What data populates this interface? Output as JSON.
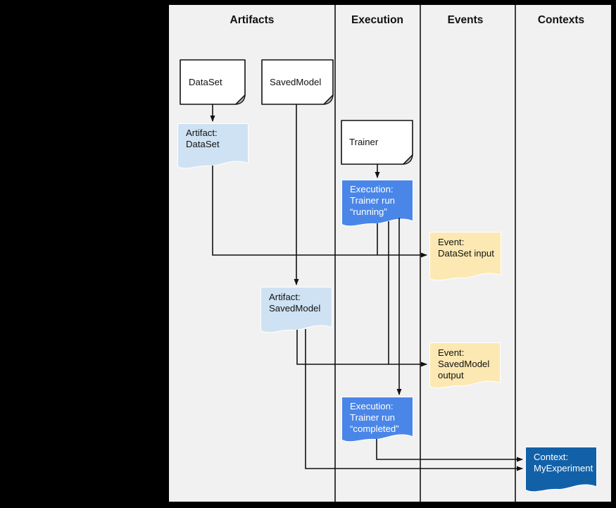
{
  "columns": [
    {
      "label": "Artifacts"
    },
    {
      "label": "Execution"
    },
    {
      "label": "Events"
    },
    {
      "label": "Contexts"
    }
  ],
  "docs": [
    {
      "id": "dataset",
      "label": "DataSet"
    },
    {
      "id": "savedmodel",
      "label": "SavedModel"
    },
    {
      "id": "trainer",
      "label": "Trainer"
    }
  ],
  "flags": [
    {
      "id": "artifact-dataset",
      "kind": "artifact",
      "lines": [
        "Artifact:",
        "DataSet"
      ]
    },
    {
      "id": "execution-running",
      "kind": "execution",
      "lines": [
        "Execution:",
        "Trainer run",
        "“running”"
      ]
    },
    {
      "id": "event-dataset-input",
      "kind": "event",
      "lines": [
        "Event:",
        "DataSet input"
      ]
    },
    {
      "id": "artifact-savedmodel",
      "kind": "artifact",
      "lines": [
        "Artifact:",
        "SavedModel"
      ]
    },
    {
      "id": "event-savedmodel-output",
      "kind": "event",
      "lines": [
        "Event:",
        "SavedModel",
        "output"
      ]
    },
    {
      "id": "execution-completed",
      "kind": "execution",
      "lines": [
        "Execution:",
        "Trainer run",
        "“completed”"
      ]
    },
    {
      "id": "context-myexperiment",
      "kind": "context",
      "lines": [
        "Context:",
        "MyExperiment"
      ]
    }
  ],
  "edges": [
    {
      "from": "DataSet",
      "to": "Artifact: DataSet"
    },
    {
      "from": "SavedModel",
      "to": "Artifact: SavedModel"
    },
    {
      "from": "Trainer",
      "to": "Execution: Trainer run “running”"
    },
    {
      "from": "Artifact: DataSet",
      "to": "Event: DataSet input"
    },
    {
      "from": "Execution: Trainer run “running”",
      "to": "Event: DataSet input"
    },
    {
      "from": "Artifact: SavedModel",
      "to": "Event: SavedModel output"
    },
    {
      "from": "Execution: Trainer run “running”",
      "to": "Event: SavedModel output"
    },
    {
      "from": "Execution: Trainer run “running”",
      "to": "Execution: Trainer run “completed”"
    },
    {
      "from": "Execution: Trainer run “completed”",
      "to": "Context: MyExperiment"
    },
    {
      "from": "Artifact: SavedModel",
      "to": "Context: MyExperiment"
    }
  ],
  "colors": {
    "background": "#000000",
    "canvas": "#f1f1f1",
    "line": "#111111",
    "doc_fill": "#ffffff",
    "doc_fold": "#b7b7b7",
    "artifact_fill": "#cfe2f3",
    "execution_fill": "#4a86e8",
    "event_fill": "#fce8b2",
    "context_fill": "#1261a8"
  }
}
